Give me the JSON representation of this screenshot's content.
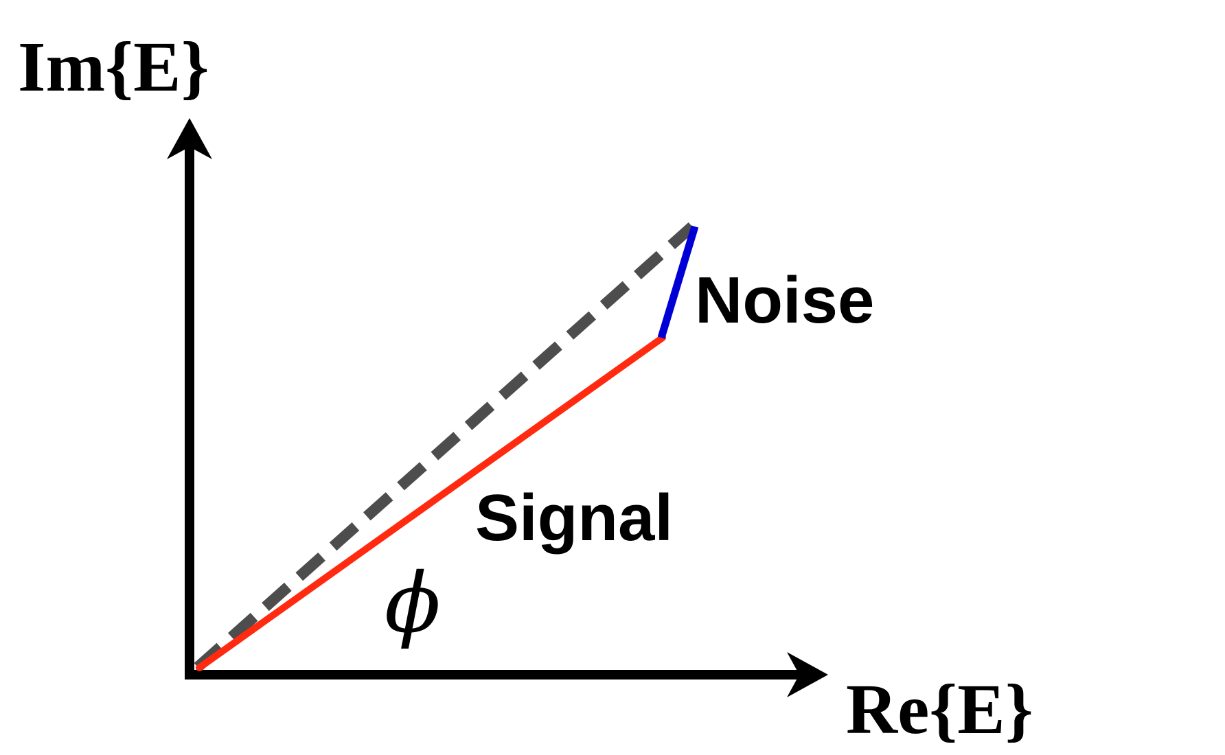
{
  "labels": {
    "y_axis": "Im{E}",
    "x_axis": "Re{E}",
    "signal": "Signal",
    "noise": "Noise",
    "angle": "ϕ"
  },
  "colors": {
    "axes": "#000000",
    "signal": "#ff2a0f",
    "noise": "#0000d6",
    "resultant": "#4d4d4d",
    "text": "#000000"
  }
}
